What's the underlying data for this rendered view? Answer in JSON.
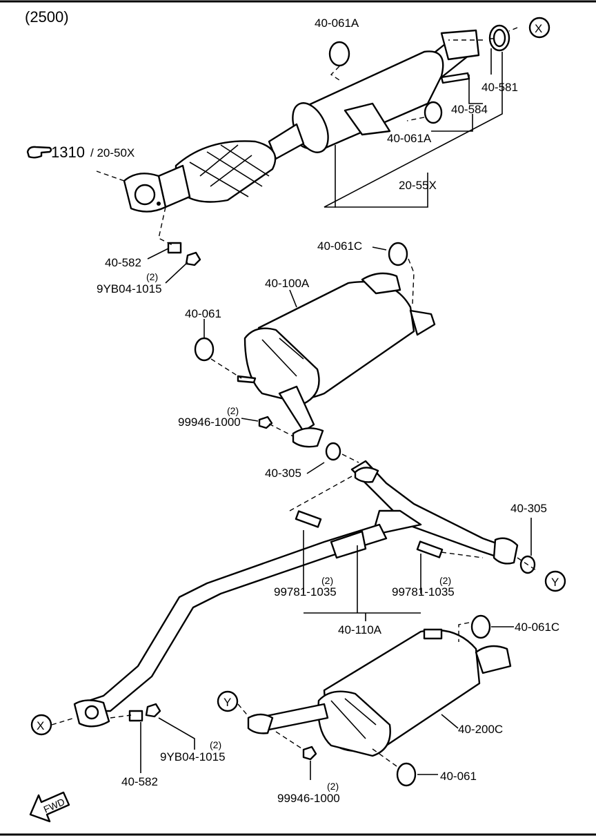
{
  "header": {
    "variant": "(2500)"
  },
  "callouts": {
    "c_40_061A_top": "40-061A",
    "c_40_581": "40-581",
    "c_40_584": "40-584",
    "c_40_061A_mid": "40-061A",
    "c_20_55X": "20-55X",
    "c_1310": "1310",
    "c_20_50X": "/ 20-50X",
    "c_40_582_top": "40-582",
    "c_qty_nut_top": "(2)",
    "c_9YB04_top": "9YB04-1015",
    "c_40_061C_top": "40-061C",
    "c_40_100A": "40-100A",
    "c_40_061_left": "40-061",
    "c_qty_99946_top": "(2)",
    "c_99946_top": "99946-1000",
    "c_40_305_left": "40-305",
    "c_40_305_right": "40-305",
    "c_qty_bolt_left": "(2)",
    "c_99781_left": "99781-1035",
    "c_qty_bolt_right": "(2)",
    "c_99781_right": "99781-1035",
    "c_40_110A": "40-110A",
    "c_40_061C_bottom": "40-061C",
    "c_40_200C": "40-200C",
    "c_qty_nut_bottom": "(2)",
    "c_9YB04_bottom": "9YB04-1015",
    "c_40_582_bottom": "40-582",
    "c_40_061_bottom": "40-061",
    "c_qty_99946_bottom": "(2)",
    "c_99946_bottom": "99946-1000"
  },
  "connectors": {
    "x_top": "X",
    "x_bottom": "X",
    "y_right": "Y",
    "y_bottom": "Y"
  },
  "fwd_arrow": {
    "text": "FWD",
    "icon": "fwd-arrow-icon"
  },
  "icons": {
    "reference": "pointing-hand-icon"
  }
}
